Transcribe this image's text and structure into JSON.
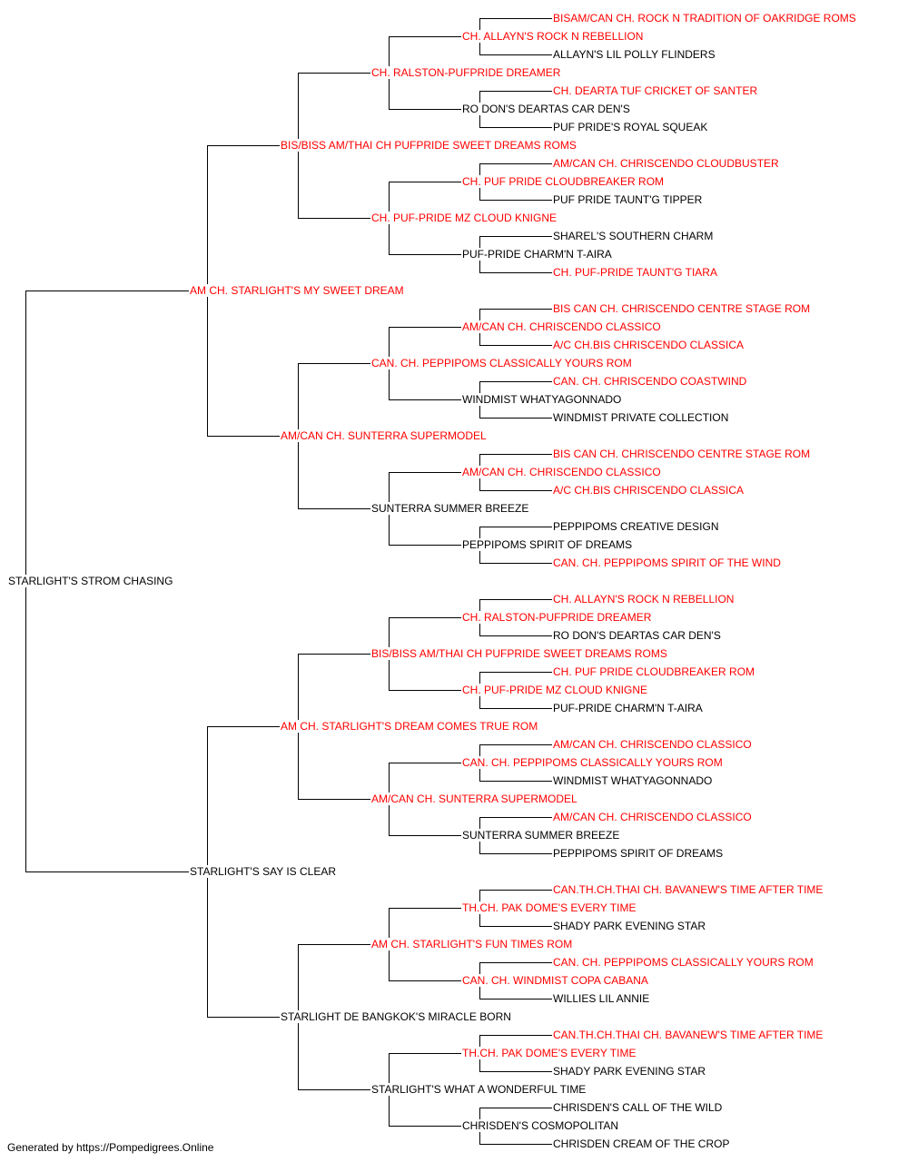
{
  "colors": {
    "champion": "#ff0000",
    "regular": "#000000",
    "connector": "#000000"
  },
  "pedigree": {
    "name": "STARLIGHT'S STROM CHASING",
    "champion": false,
    "sire": {
      "name": "AM CH. STARLIGHT'S MY SWEET DREAM",
      "champion": true,
      "sire": {
        "name": "BIS/BISS AM/THAI CH PUFPRIDE SWEET DREAMS ROMS",
        "champion": true,
        "sire": {
          "name": "CH. RALSTON-PUFPRIDE DREAMER",
          "champion": true,
          "sire": {
            "name": "CH. ALLAYN'S ROCK N REBELLION",
            "champion": true,
            "sire": {
              "name": "BISAM/CAN CH. ROCK N TRADITION OF OAKRIDGE ROMS",
              "champion": true
            },
            "dam": {
              "name": "ALLAYN'S LIL POLLY FLINDERS",
              "champion": false
            }
          },
          "dam": {
            "name": "RO DON'S DEARTAS CAR DEN'S",
            "champion": false,
            "sire": {
              "name": "CH. DEARTA TUF CRICKET OF SANTER",
              "champion": true
            },
            "dam": {
              "name": "PUF PRIDE'S ROYAL SQUEAK",
              "champion": false
            }
          }
        },
        "dam": {
          "name": "CH. PUF-PRIDE MZ CLOUD KNIGNE",
          "champion": true,
          "sire": {
            "name": "CH. PUF PRIDE CLOUDBREAKER ROM",
            "champion": true,
            "sire": {
              "name": "AM/CAN CH. CHRISCENDO CLOUDBUSTER",
              "champion": true
            },
            "dam": {
              "name": "PUF PRIDE TAUNT'G TIPPER",
              "champion": false
            }
          },
          "dam": {
            "name": "PUF-PRIDE CHARM'N T-AIRA",
            "champion": false,
            "sire": {
              "name": "SHAREL'S SOUTHERN CHARM",
              "champion": false
            },
            "dam": {
              "name": "CH. PUF-PRIDE TAUNT'G TIARA",
              "champion": true
            }
          }
        }
      },
      "dam": {
        "name": "AM/CAN CH. SUNTERRA SUPERMODEL",
        "champion": true,
        "sire": {
          "name": "CAN. CH. PEPPIPOMS CLASSICALLY YOURS ROM",
          "champion": true,
          "sire": {
            "name": "AM/CAN CH. CHRISCENDO CLASSICO",
            "champion": true,
            "sire": {
              "name": "BIS CAN CH. CHRISCENDO CENTRE STAGE ROM",
              "champion": true
            },
            "dam": {
              "name": "A/C CH.BIS CHRISCENDO CLASSICA",
              "champion": true
            }
          },
          "dam": {
            "name": "WINDMIST WHATYAGONNADO",
            "champion": false,
            "sire": {
              "name": "CAN. CH. CHRISCENDO COASTWIND",
              "champion": true
            },
            "dam": {
              "name": "WINDMIST PRIVATE COLLECTION",
              "champion": false
            }
          }
        },
        "dam": {
          "name": "SUNTERRA SUMMER BREEZE",
          "champion": false,
          "sire": {
            "name": "AM/CAN CH. CHRISCENDO CLASSICO",
            "champion": true,
            "sire": {
              "name": "BIS CAN CH. CHRISCENDO CENTRE STAGE ROM",
              "champion": true
            },
            "dam": {
              "name": "A/C CH.BIS CHRISCENDO CLASSICA",
              "champion": true
            }
          },
          "dam": {
            "name": "PEPPIPOMS SPIRIT OF DREAMS",
            "champion": false,
            "sire": {
              "name": "PEPPIPOMS CREATIVE DESIGN",
              "champion": false
            },
            "dam": {
              "name": "CAN. CH. PEPPIPOMS SPIRIT OF THE WIND",
              "champion": true
            }
          }
        }
      }
    },
    "dam": {
      "name": "STARLIGHT'S SAY IS CLEAR",
      "champion": false,
      "sire": {
        "name": "AM CH. STARLIGHT'S DREAM COMES TRUE ROM",
        "champion": true,
        "sire": {
          "name": "BIS/BISS AM/THAI CH PUFPRIDE SWEET DREAMS ROMS",
          "champion": true,
          "sire": {
            "name": "CH. RALSTON-PUFPRIDE DREAMER",
            "champion": true,
            "sire": {
              "name": "CH. ALLAYN'S ROCK N REBELLION",
              "champion": true
            },
            "dam": {
              "name": "RO DON'S DEARTAS CAR DEN'S",
              "champion": false
            }
          },
          "dam": {
            "name": "CH. PUF-PRIDE MZ CLOUD KNIGNE",
            "champion": true,
            "sire": {
              "name": "CH. PUF PRIDE CLOUDBREAKER ROM",
              "champion": true
            },
            "dam": {
              "name": "PUF-PRIDE CHARM'N T-AIRA",
              "champion": false
            }
          }
        },
        "dam": {
          "name": "AM/CAN CH. SUNTERRA SUPERMODEL",
          "champion": true,
          "sire": {
            "name": "CAN. CH. PEPPIPOMS CLASSICALLY YOURS ROM",
            "champion": true,
            "sire": {
              "name": "AM/CAN CH. CHRISCENDO CLASSICO",
              "champion": true
            },
            "dam": {
              "name": "WINDMIST WHATYAGONNADO",
              "champion": false
            }
          },
          "dam": {
            "name": "SUNTERRA SUMMER BREEZE",
            "champion": false,
            "sire": {
              "name": "AM/CAN CH. CHRISCENDO CLASSICO",
              "champion": true
            },
            "dam": {
              "name": "PEPPIPOMS SPIRIT OF DREAMS",
              "champion": false
            }
          }
        }
      },
      "dam": {
        "name": "STARLIGHT DE BANGKOK'S MIRACLE BORN",
        "champion": false,
        "sire": {
          "name": "AM CH. STARLIGHT'S FUN TIMES ROM",
          "champion": true,
          "sire": {
            "name": "TH.CH. PAK DOME'S EVERY TIME",
            "champion": true,
            "sire": {
              "name": "CAN.TH.CH.THAI CH. BAVANEW'S TIME AFTER TIME",
              "champion": true
            },
            "dam": {
              "name": "SHADY PARK EVENING STAR",
              "champion": false
            }
          },
          "dam": {
            "name": "CAN. CH. WINDMIST COPA CABANA",
            "champion": true,
            "sire": {
              "name": "CAN. CH. PEPPIPOMS CLASSICALLY YOURS ROM",
              "champion": true
            },
            "dam": {
              "name": "WILLIES LIL ANNIE",
              "champion": false
            }
          }
        },
        "dam": {
          "name": "STARLIGHT'S WHAT A WONDERFUL TIME",
          "champion": false,
          "sire": {
            "name": "TH.CH. PAK DOME'S EVERY TIME",
            "champion": true,
            "sire": {
              "name": "CAN.TH.CH.THAI CH. BAVANEW'S TIME AFTER TIME",
              "champion": true
            },
            "dam": {
              "name": "SHADY PARK EVENING STAR",
              "champion": false
            }
          },
          "dam": {
            "name": "CHRISDEN'S COSMOPOLITAN",
            "champion": false,
            "sire": {
              "name": "CHRISDEN'S CALL OF THE WILD",
              "champion": false
            },
            "dam": {
              "name": "CHRISDEN CREAM OF THE CROP",
              "champion": false
            }
          }
        }
      }
    }
  },
  "footer": {
    "text": "Generated by https://Pompedigrees.Online"
  }
}
